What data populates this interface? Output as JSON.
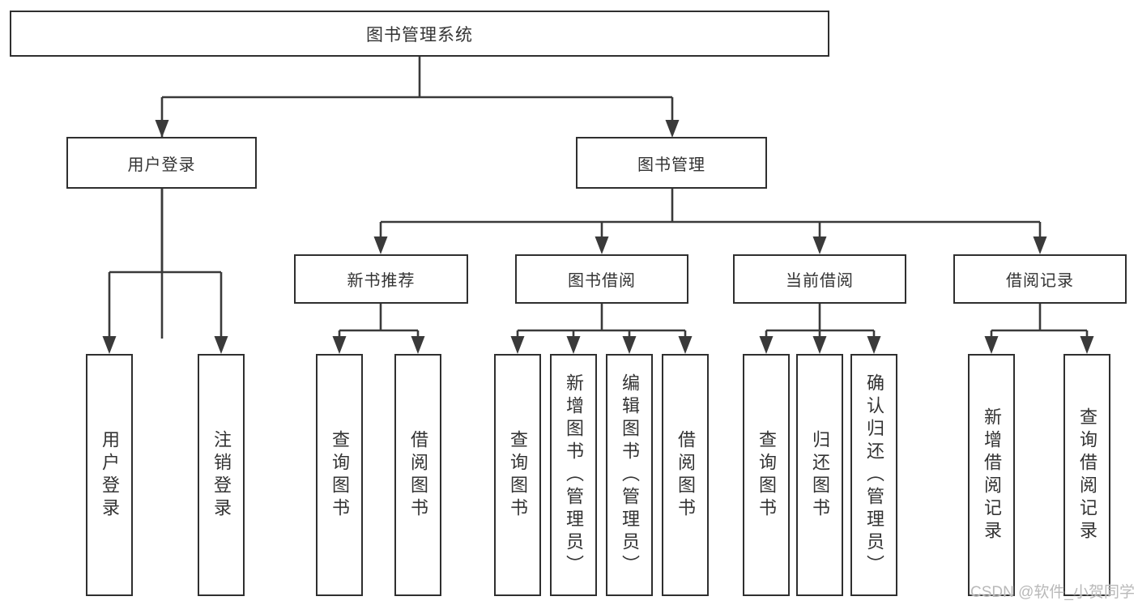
{
  "colors": {
    "line": "#3a3a3a",
    "box_border": "#2f2f2f",
    "box_fill": "#ffffff",
    "text": "#333333",
    "watermark_text": "#b9b9b9"
  },
  "watermark": {
    "label": "CSDN @软件_小贺同学"
  },
  "tree": {
    "root": {
      "label": "图书管理系统"
    },
    "branches": [
      {
        "label": "用户登录",
        "children": [
          {
            "label": "用户登录"
          },
          {
            "label": "注销登录"
          }
        ]
      },
      {
        "label": "图书管理",
        "children": [
          {
            "label": "新书推荐",
            "children": [
              {
                "label": "查询图书"
              },
              {
                "label": "借阅图书"
              }
            ]
          },
          {
            "label": "图书借阅",
            "children": [
              {
                "label": "查询图书"
              },
              {
                "label": "新增图书（管理员）"
              },
              {
                "label": "编辑图书（管理员）"
              },
              {
                "label": "借阅图书"
              }
            ]
          },
          {
            "label": "当前借阅",
            "children": [
              {
                "label": "查询图书"
              },
              {
                "label": "归还图书"
              },
              {
                "label": "确认归还（管理员）"
              }
            ]
          },
          {
            "label": "借阅记录",
            "children": [
              {
                "label": "新增借阅记录"
              },
              {
                "label": "查询借阅记录"
              }
            ]
          }
        ]
      }
    ]
  }
}
